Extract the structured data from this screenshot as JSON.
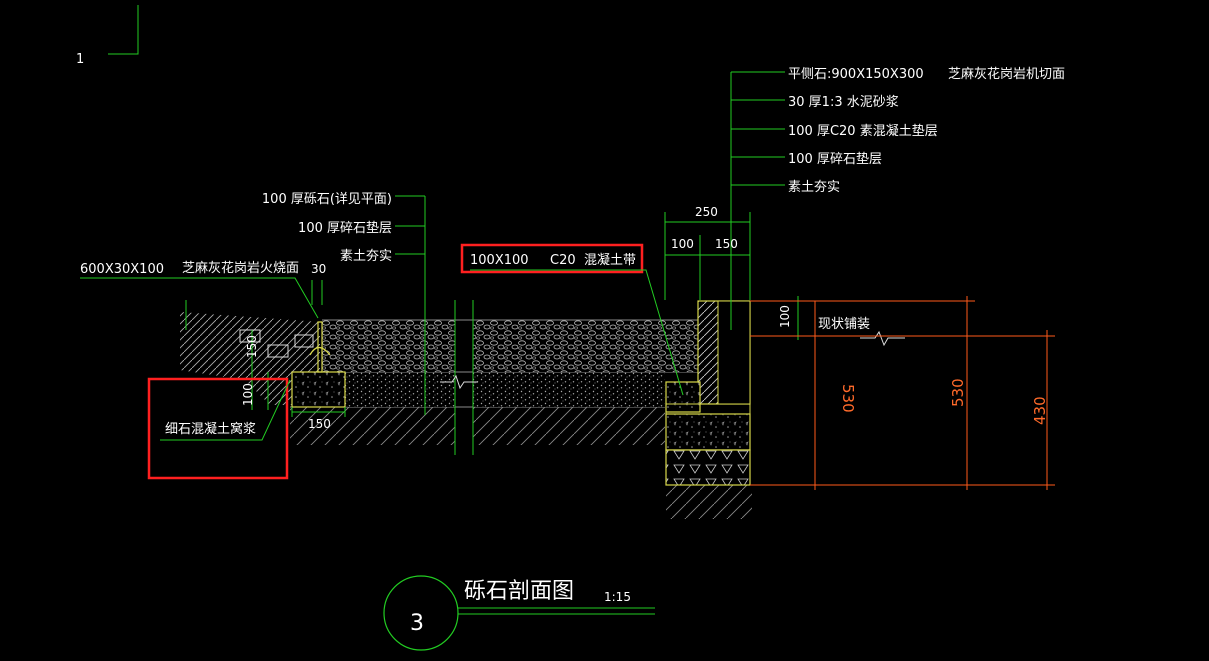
{
  "drawing": {
    "corner_mark": "1",
    "title": "砾石剖面图",
    "scale": "1:15",
    "detail_number": "3"
  },
  "labels_left": [
    "100  厚砾石(详见平面)",
    "100  厚碎石垫层",
    "素土夯实"
  ],
  "labels_right": [
    "平侧石:900X150X300",
    "芝麻灰花岗岩机切面",
    "30  厚1:3  水泥砂浆",
    "100  厚C20  素混凝土垫层",
    "100  厚碎石垫层",
    "素土夯实"
  ],
  "edge_labels": {
    "paver_size": "600X30X100",
    "paver_material": "芝麻灰花岗岩火烧面",
    "paver_dim": "30",
    "haunch": "细石混凝土窝浆",
    "haunch_h": "100",
    "haunch_w": "150",
    "left_h": "150",
    "concrete_band_size": "100X100",
    "concrete_band_grade": "C20",
    "concrete_band_name": "混凝土带",
    "existing_paving": "现状铺装",
    "existing_dim": "100"
  },
  "dimensions": {
    "top_total": "250",
    "top_a": "100",
    "top_b": "150",
    "d1": "530",
    "d2": "530",
    "d3": "430"
  },
  "colors": {
    "background": "#000000",
    "leader": "#22cc22",
    "outline": "#d8d84a",
    "dimension": "#ff5a1a",
    "highlight": "#ff2020"
  }
}
